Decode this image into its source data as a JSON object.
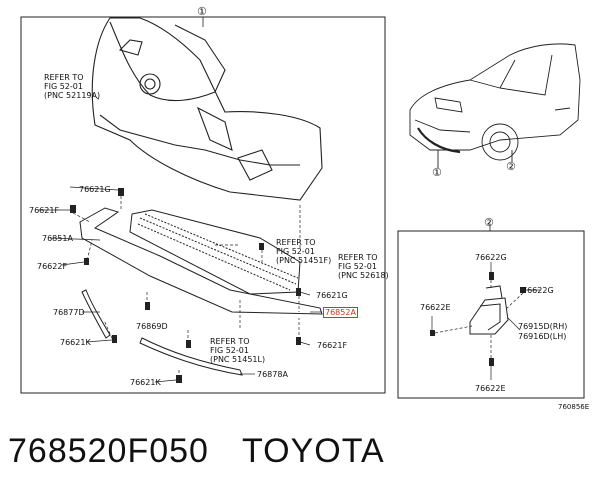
{
  "main_diagram": {
    "circle_label": "①",
    "refer_fig_1": "REFER TO\nFIG 52-01\n(PNC 52119A)",
    "refer_fig_2": "REFER TO\nFIG 52-01\n(PNC 51451F)",
    "refer_fig_3": "REFER TO\nFIG 52-01\n(PNC 52618)",
    "refer_fig_4": "REFER TO\nFIG 52-01\n(PNC 51451L)",
    "parts": {
      "p76621G_a": "76621G",
      "p76621F_a": "76621F",
      "p76851A": "76851A",
      "p76622F": "76622F",
      "p76877D": "76877D",
      "p76869D": "76869D",
      "p76621K_a": "76621K",
      "p76621G_b": "76621G",
      "p76852A": "76852A",
      "p76621F_b": "76621F",
      "p76621K_b": "76621K",
      "p76878A": "76878A"
    }
  },
  "car_view": {
    "callout_1": "①",
    "callout_2": "②"
  },
  "detail_box": {
    "circle_label": "②",
    "parts": {
      "p76622G_a": "76622G",
      "p76622G_b": "76622G",
      "p76622E_a": "76622E",
      "p76915D": "76915D(RH)",
      "p76916D": "76916D(LH)",
      "p76622E_b": "76622E"
    }
  },
  "drawing_number": "760856E",
  "part_number": "768520F050",
  "brand": "TOYOTA",
  "colors": {
    "highlight": "#c0392b",
    "line": "#222222"
  }
}
